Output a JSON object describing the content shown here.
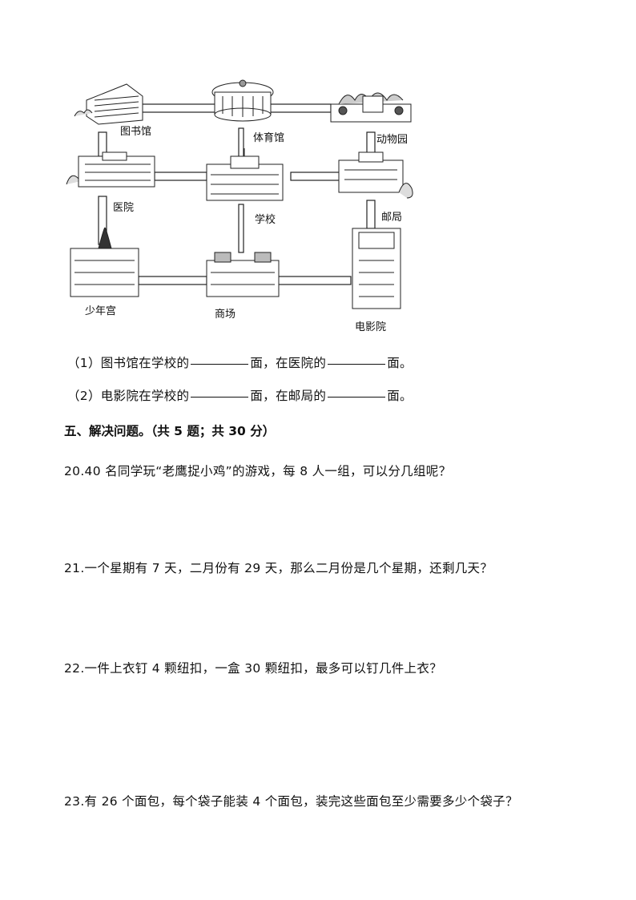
{
  "map": {
    "labels": {
      "library": "图书馆",
      "stadium": "体育馆",
      "zoo": "动物园",
      "hospital": "医院",
      "school": "学校",
      "post_office": "邮局",
      "youth_palace": "少年宫",
      "mall": "商场",
      "cinema": "电影院"
    }
  },
  "questions": {
    "q1_a": "（1）图书馆在学校的",
    "q1_b": "面，在医院的",
    "q1_c": "面。",
    "q2_a": "（2）电影院在学校的",
    "q2_b": "面，在邮局的",
    "q2_c": "面。"
  },
  "section": {
    "title": "五、解决问题。（共 5 题；共 30 分）"
  },
  "problems": {
    "p20": "20.40 名同学玩“老鹰捉小鸡”的游戏，每 8 人一组，可以分几组呢？",
    "p21": "21.一个星期有 7 天，二月份有 29 天，那么二月份是几个星期，还剩几天？",
    "p22": "22.一件上衣钉 4 颗纽扣，一盒 30 颗纽扣，最多可以钉几件上衣？",
    "p23": "23.有 26 个面包，每个袋子能装 4 个面包，装完这些面包至少需要多少个袋子？"
  }
}
